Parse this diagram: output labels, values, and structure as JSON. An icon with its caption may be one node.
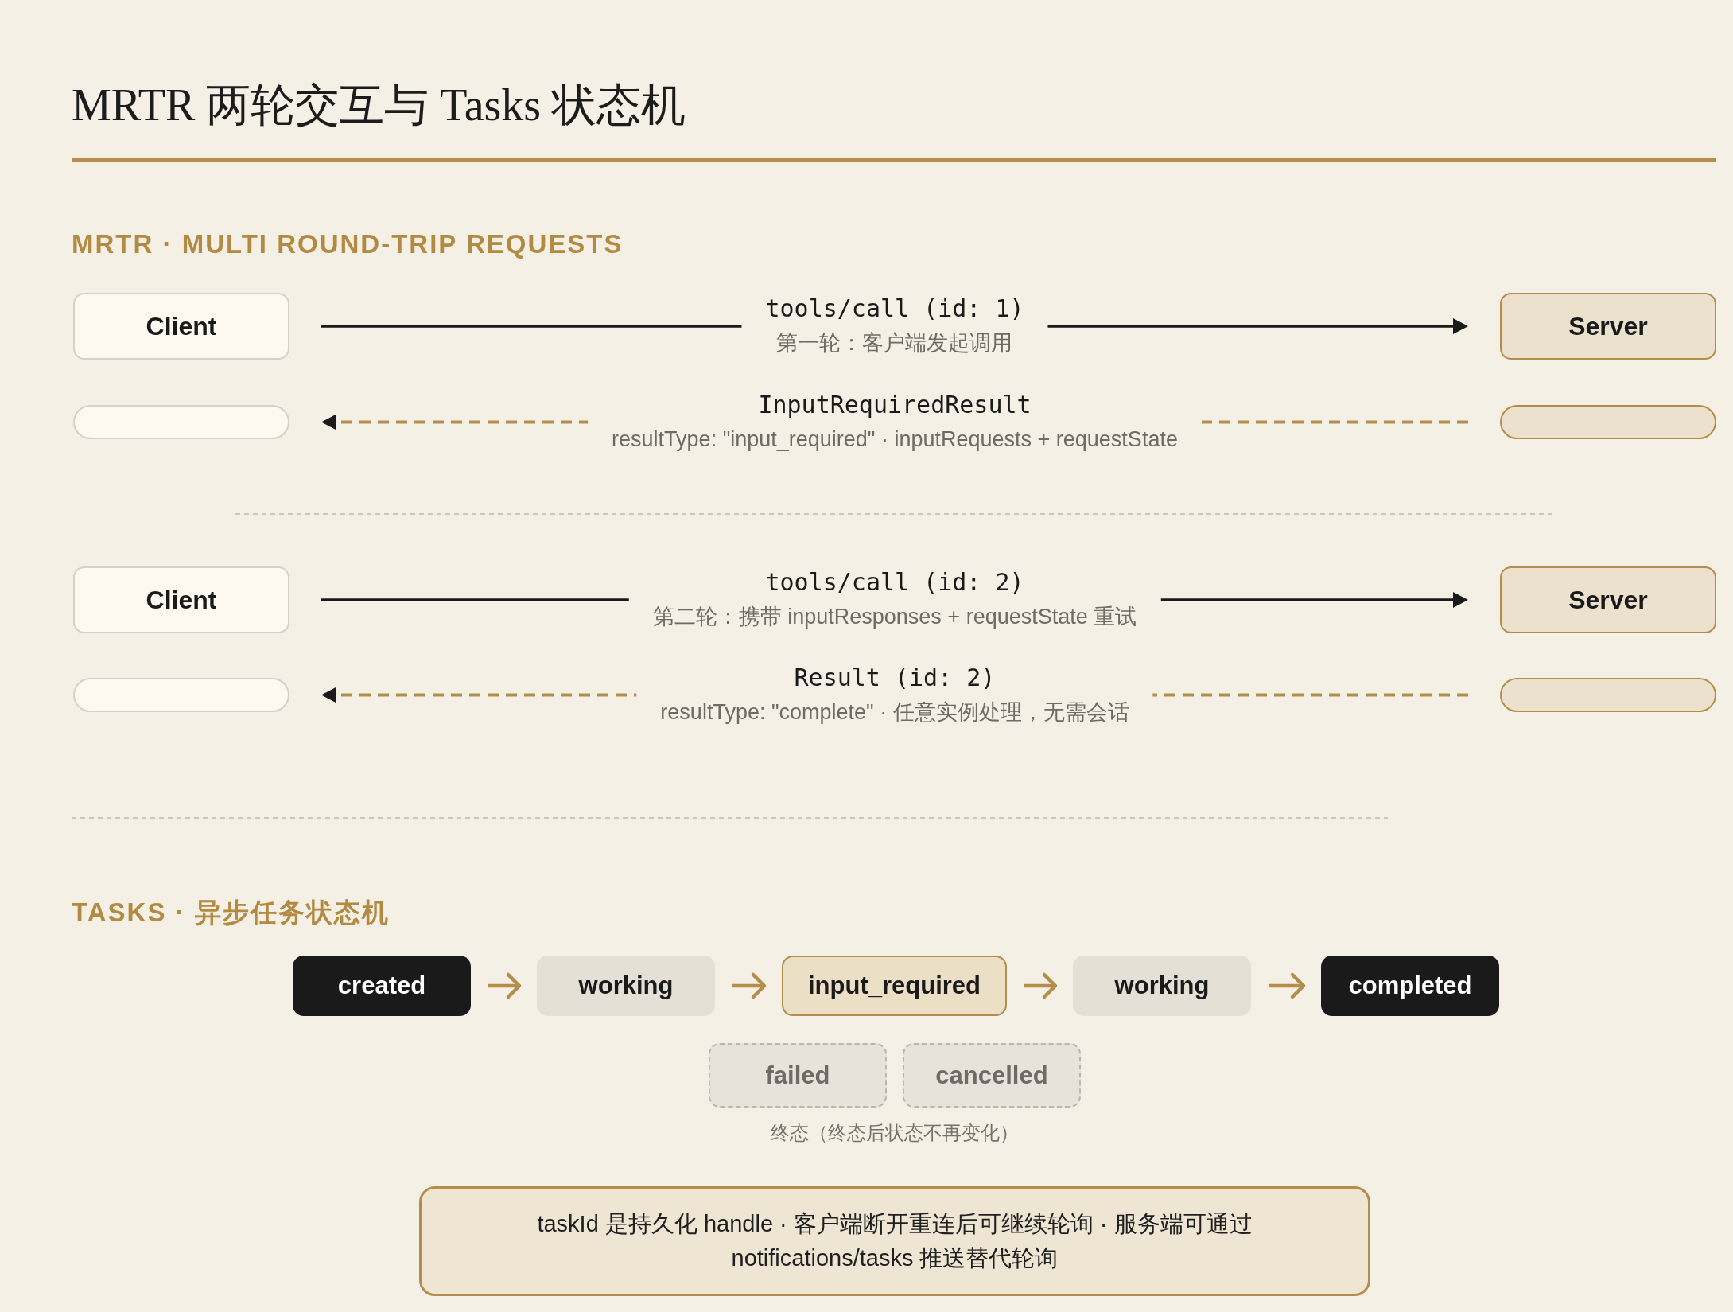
{
  "diagram": {
    "title": "MRTR 两轮交互与 Tasks 状态机",
    "nodes": [
      {
        "text": [
          "Client"
        ]
      },
      {
        "text": [
          "Server"
        ]
      },
      {
        "text": [],
        "shape": "box"
      },
      {
        "text": [],
        "shape": "box"
      },
      {
        "text": [
          "Client"
        ]
      },
      {
        "text": [
          "Server"
        ]
      },
      {
        "text": [],
        "shape": "box"
      },
      {
        "text": [],
        "shape": "box"
      },
      {
        "text": [
          "created"
        ]
      },
      {
        "text": [
          "working"
        ]
      },
      {
        "text": [
          "input_required"
        ]
      },
      {
        "text": [
          "working"
        ]
      },
      {
        "text": [
          "completed"
        ]
      },
      {
        "text": [
          "failed"
        ]
      },
      {
        "text": [
          "cancelled"
        ]
      },
      {
        "text": [
          "taskId 是持久化 handle · 客户端断开重连后可继续轮询 · 服务端可通过 notifications/tasks 推送替代轮询"
        ]
      }
    ],
    "edges": [
      {
        "from": 0,
        "to": 1,
        "arrow": "to",
        "label": "tools/call (id: 1)",
        "color": "#1a1a1a"
      },
      {
        "from": 3,
        "to": 2,
        "arrow": "to",
        "label": "InputRequiredResult",
        "style": "dashed",
        "color": "#b58d4a"
      },
      {
        "from": 4,
        "to": 5,
        "arrow": "to",
        "label": "tools/call (id: 2)",
        "color": "#1a1a1a"
      },
      {
        "from": 7,
        "to": 6,
        "arrow": "to",
        "label": "Result (id: 2)",
        "style": "dashed",
        "color": "#b58d4a"
      },
      {
        "from": 8,
        "to": 9,
        "arrow": "to",
        "color": "#b58d4a"
      },
      {
        "from": 9,
        "to": 10,
        "arrow": "to",
        "color": "#b58d4a"
      },
      {
        "from": 10,
        "to": 11,
        "arrow": "to",
        "color": "#b58d4a"
      },
      {
        "from": 11,
        "to": 12,
        "arrow": "to",
        "color": "#b58d4a"
      }
    ],
    "labels": [
      "MRTR · MULTI ROUND-TRIP REQUESTS",
      "第一轮：客户端发起调用",
      "resultType: \"input_required\" · inputRequests + requestState",
      "第二轮：携带 inputResponses + requestState 重试",
      "resultType: \"complete\" · 任意实例处理，无需会话",
      "TASKS · 异步任务状态机",
      "终态（终态后状态不再变化）"
    ]
  }
}
